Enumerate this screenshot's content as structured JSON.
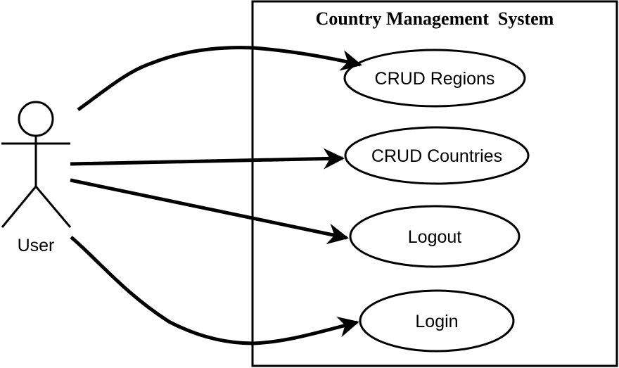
{
  "system": {
    "title": "Country Management  System"
  },
  "actor": {
    "label": "User"
  },
  "use_cases": [
    {
      "id": "crud-regions",
      "label": "CRUD Regions"
    },
    {
      "id": "crud-countries",
      "label": "CRUD Countries"
    },
    {
      "id": "logout",
      "label": "Logout"
    },
    {
      "id": "login",
      "label": "Login"
    }
  ]
}
